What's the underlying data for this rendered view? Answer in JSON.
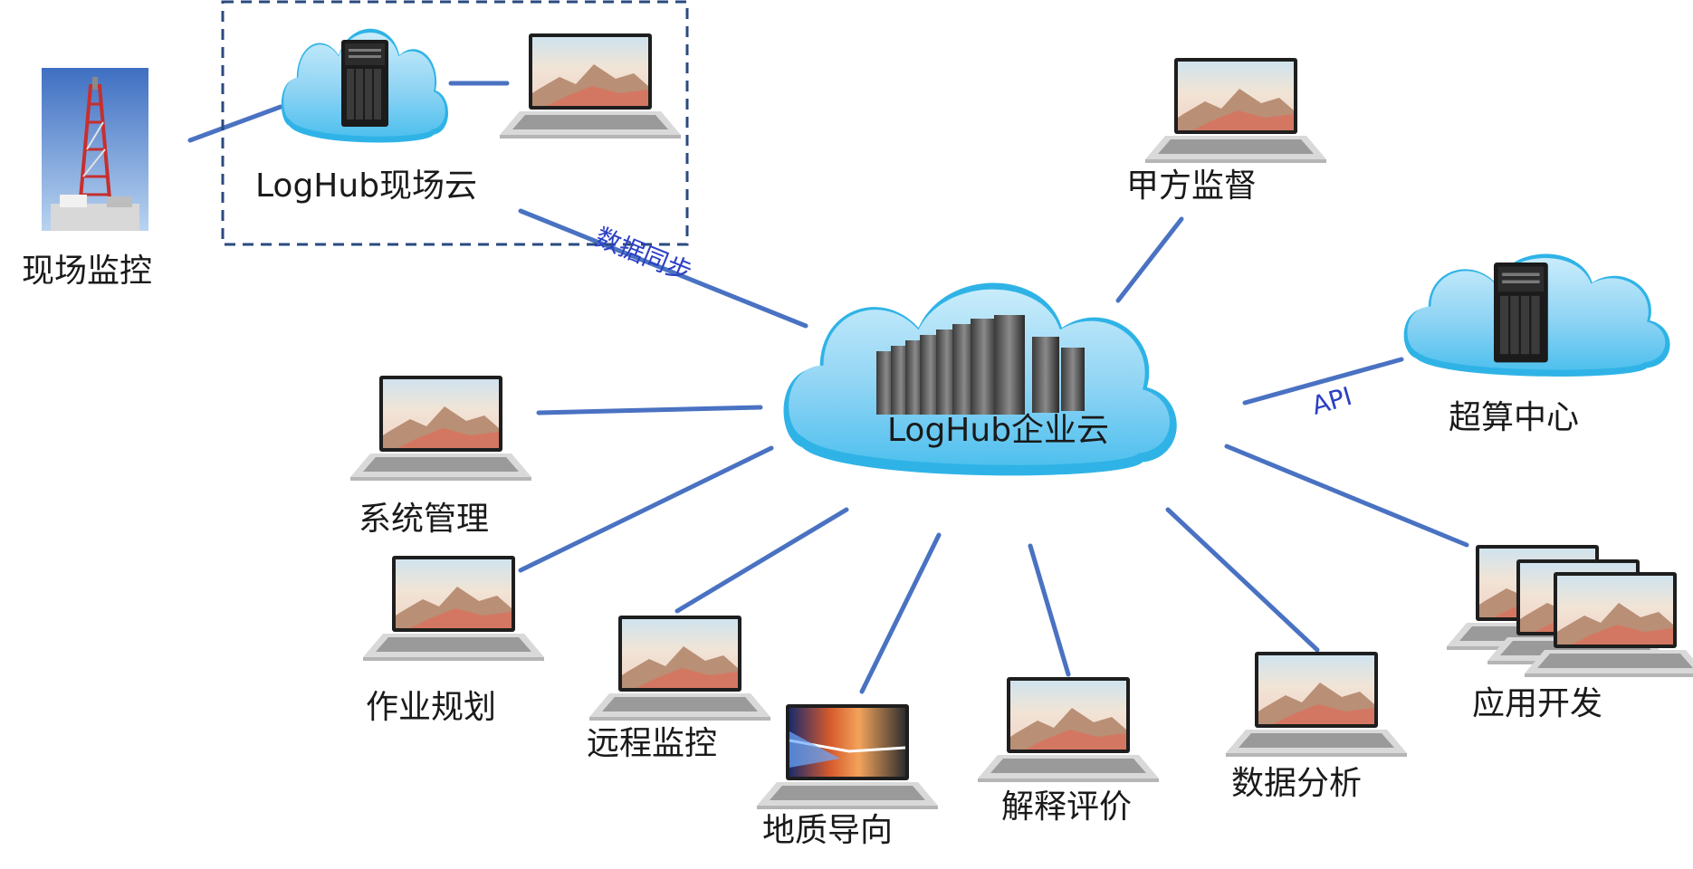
{
  "labels": {
    "field_monitor": "现场监控",
    "loghub_field_cloud": "LogHub现场云",
    "data_sync": "数据同步",
    "owner_supervision": "甲方监督",
    "loghub_enterprise_cloud": "LogHub企业云",
    "supercomputing_center": "超算中心",
    "api": "API",
    "system_management": "系统管理",
    "operation_planning": "作业规划",
    "remote_monitoring": "远程监控",
    "geosteering": "地质导向",
    "interpretation_evaluation": "解释评价",
    "data_analysis": "数据分析",
    "app_development": "应用开发"
  },
  "colors": {
    "edge": "#4a72c2",
    "cloud_fill": "#8fd4f4",
    "cloud_rim": "#2fb3e6",
    "dash_box": "#2a4a80",
    "edge_label": "#2b3fc4"
  },
  "icons": {
    "rig": "drilling-rig-icon",
    "server": "server-icon",
    "laptop": "laptop-icon"
  }
}
